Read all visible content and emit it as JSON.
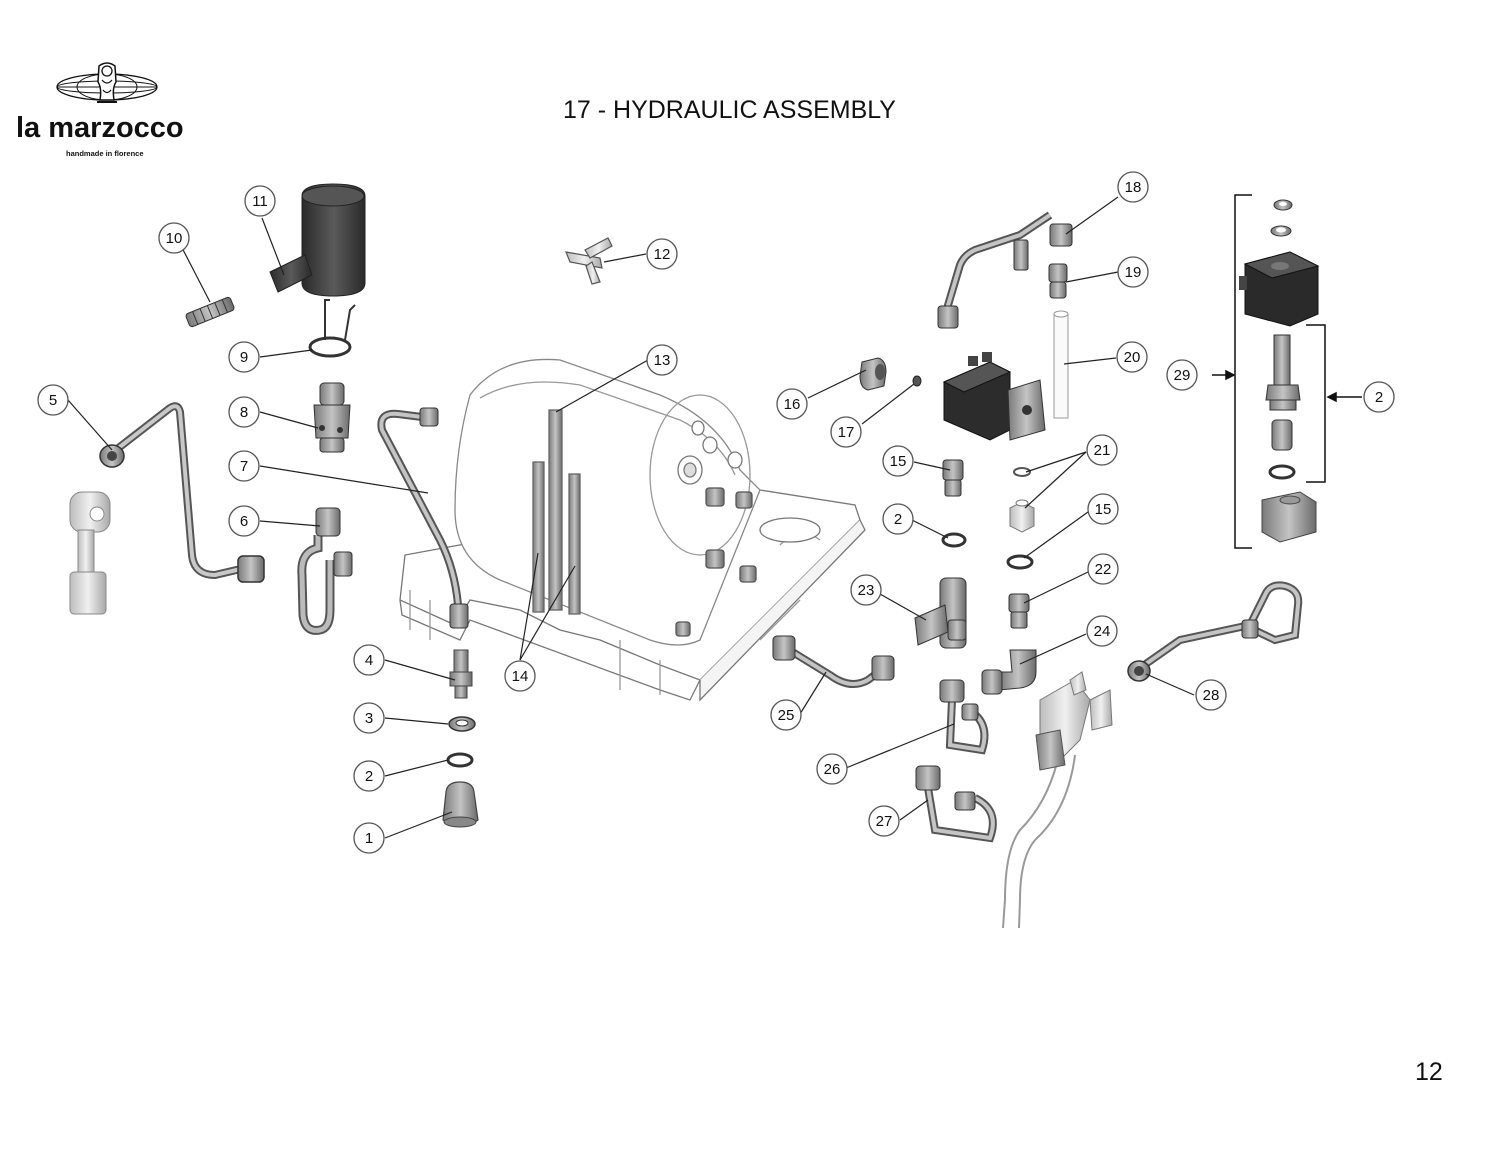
{
  "header": {
    "brand": "la marzocco",
    "tagline": "handmade in florence",
    "title": "17 - HYDRAULIC ASSEMBLY"
  },
  "footer": {
    "page_number": "12"
  },
  "logo_icon": "globe-lion-logo-icon",
  "callouts": [
    "1",
    "2",
    "3",
    "4",
    "5",
    "6",
    "7",
    "8",
    "9",
    "10",
    "11",
    "12",
    "13",
    "14",
    "15",
    "16",
    "17",
    "18",
    "19",
    "20",
    "21",
    "2",
    "15",
    "22",
    "23",
    "24",
    "25",
    "26",
    "27",
    "28",
    "29",
    "2"
  ]
}
